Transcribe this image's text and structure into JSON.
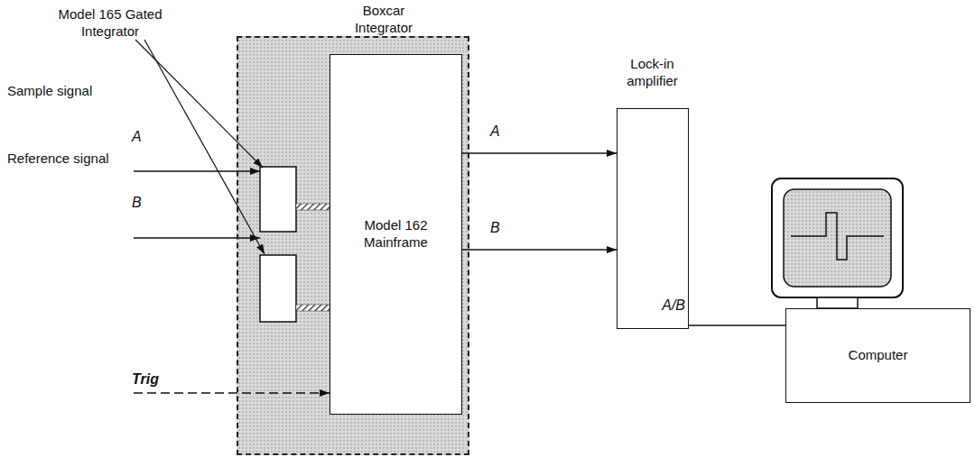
{
  "diagram": {
    "nodes": [
      {
        "text": [
          "Boxcar Integrator"
        ]
      },
      {
        "text": [
          "Model 162 Mainframe"
        ],
        "in": 0
      },
      {
        "text": [
          "Lock-in amplifier",
          "A/B"
        ]
      },
      {
        "text": [
          "Computer"
        ]
      }
    ],
    "edges": [
      {
        "from": 1,
        "to": 2,
        "arrow": "to",
        "label": "A"
      },
      {
        "from": 1,
        "to": 2,
        "arrow": "to",
        "label": "B"
      },
      {
        "from": 2,
        "to": 3,
        "arrow": "none"
      }
    ],
    "labels": [
      "Model 165 Gated Integrator",
      "Sample signal",
      "A",
      "Reference signal",
      "B",
      "Trig"
    ]
  }
}
